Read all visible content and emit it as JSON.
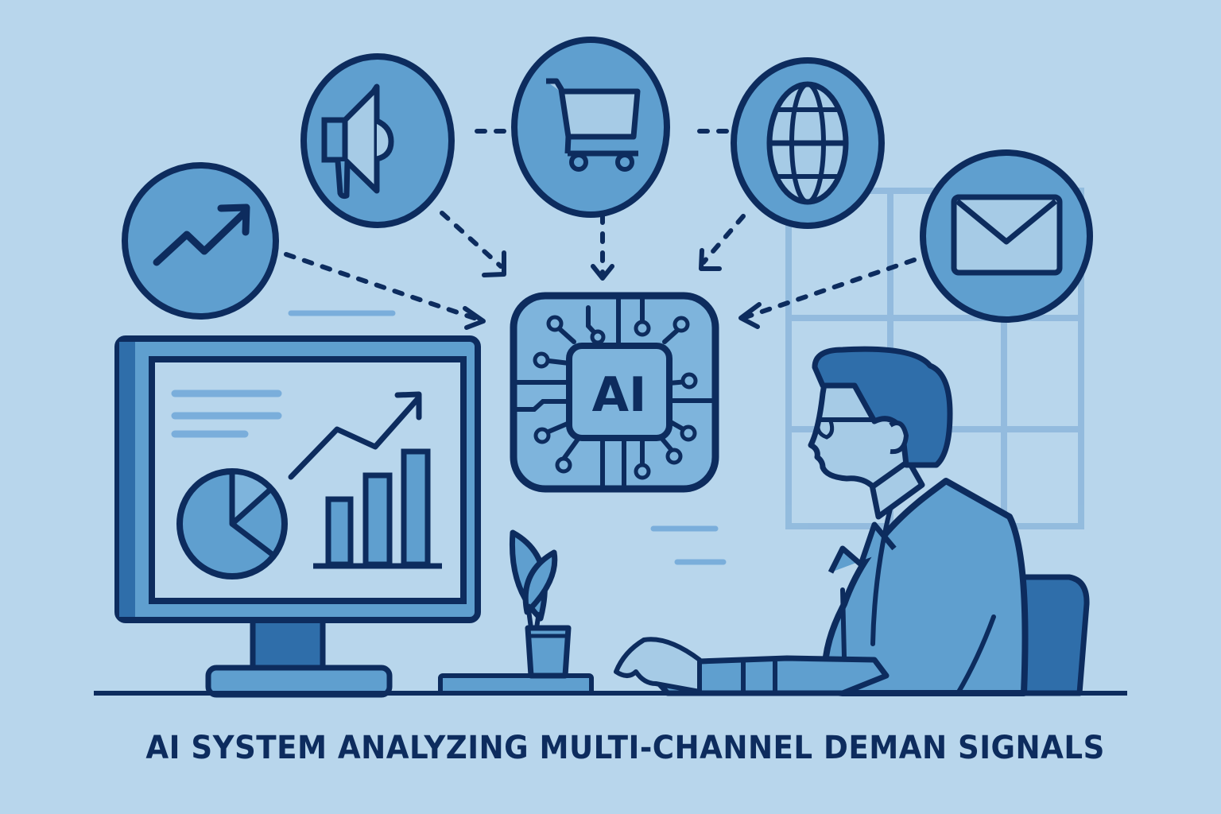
{
  "caption": "AI SYSTEM ANALYZING MULTI-CHANNEL DEMAN SIGNALS",
  "hub": {
    "label": "AI",
    "icon": "ai-chip-icon"
  },
  "channels": [
    {
      "name": "trend",
      "icon": "trending-up-icon"
    },
    {
      "name": "marketing",
      "icon": "megaphone-icon"
    },
    {
      "name": "ecommerce",
      "icon": "shopping-cart-icon"
    },
    {
      "name": "web",
      "icon": "globe-icon"
    },
    {
      "name": "email",
      "icon": "envelope-icon"
    }
  ],
  "monitor": {
    "icon": "monitor-icon",
    "charts": [
      "pie-chart-icon",
      "line-trend-icon",
      "bar-chart-icon"
    ]
  },
  "colors": {
    "background": "#b8d6ec",
    "outline": "#0d2c5e",
    "fill_mid": "#5f9fcf",
    "fill_light": "#a6cbe6",
    "fill_dark": "#2f6eaa"
  }
}
